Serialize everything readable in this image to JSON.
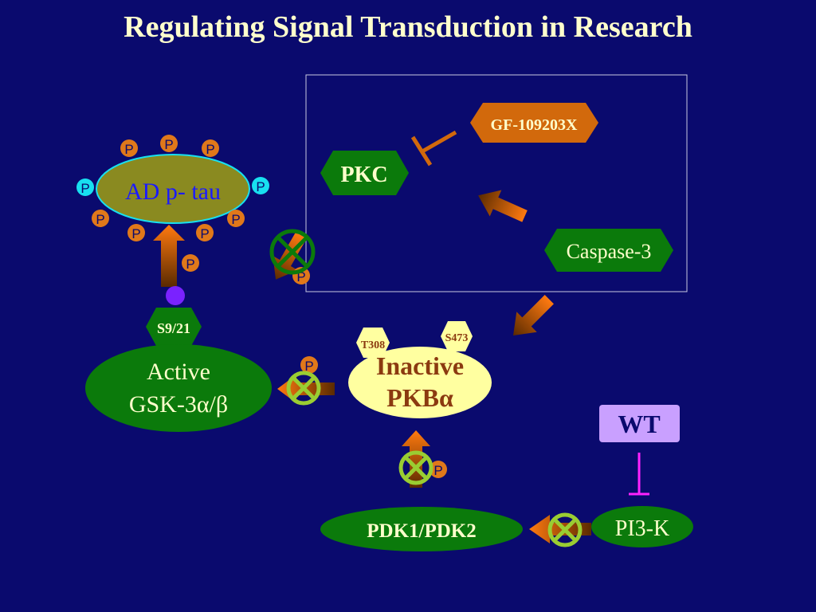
{
  "title": "Regulating Signal Transduction in Research",
  "nodes": {
    "ad_ptau": "AD p- tau",
    "s921": "S9/21",
    "gsk_line1": "Active",
    "gsk_line2": "GSK-3α/β",
    "pkb_line1": "Inactive",
    "pkb_line2": "PKBα",
    "t308": "T308",
    "s473": "S473",
    "pkc": "PKC",
    "gf": "GF-109203X",
    "caspase": "Caspase-3",
    "wt": "WT",
    "pi3k": "PI3-K",
    "pdk": "PDK1/PDK2",
    "p": "P"
  },
  "colors": {
    "background": "#0a0a6e",
    "title": "#ffffcc",
    "green_node": "#0b7a0b",
    "yellow_node": "#ffffa0",
    "olive_node": "#8a8a20",
    "orange_node": "#d2690c",
    "wt_box": "#c9a0ff",
    "phospho_orange": "#e0781a",
    "phospho_cyan": "#18e0f0",
    "block_circle": "#9acd32",
    "inhibit_magenta": "#ff22ff"
  }
}
